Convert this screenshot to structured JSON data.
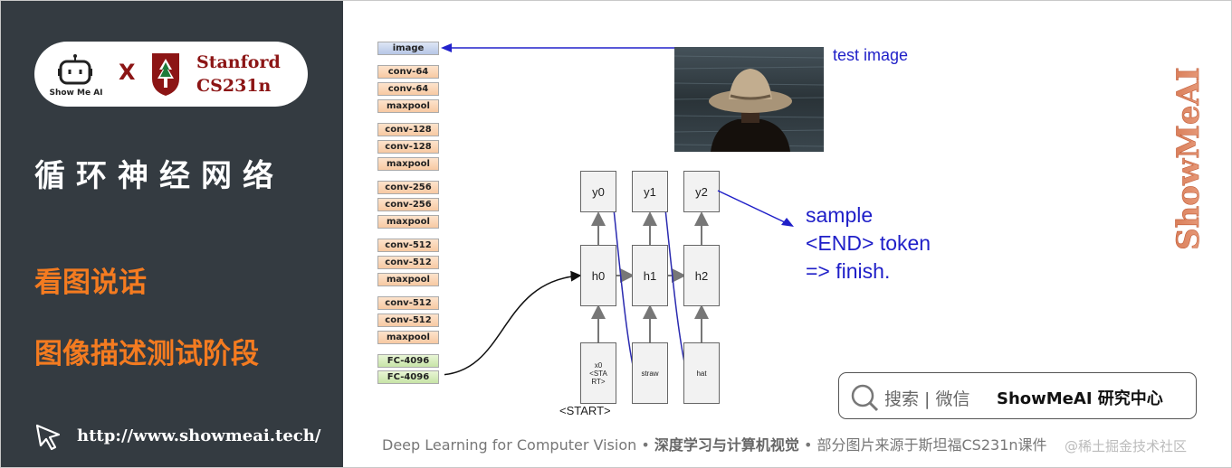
{
  "brand": {
    "robot_label": "Show Me AI",
    "x_mark": "X",
    "stanford_line1": "Stanford",
    "stanford_line2": "CS231n"
  },
  "left_panel": {
    "title": "循环神经网络",
    "subtitle1": "看图说话",
    "subtitle2": "图像描述测试阶段",
    "url": "http://www.showmeai.tech/"
  },
  "cnn_layers": [
    {
      "label": "image",
      "kind": "blue"
    },
    {
      "label": "conv-64",
      "kind": "conv"
    },
    {
      "label": "conv-64",
      "kind": "conv"
    },
    {
      "label": "maxpool",
      "kind": "conv"
    },
    {
      "label": "conv-128",
      "kind": "conv"
    },
    {
      "label": "conv-128",
      "kind": "conv"
    },
    {
      "label": "maxpool",
      "kind": "conv"
    },
    {
      "label": "conv-256",
      "kind": "conv"
    },
    {
      "label": "conv-256",
      "kind": "conv"
    },
    {
      "label": "maxpool",
      "kind": "conv"
    },
    {
      "label": "conv-512",
      "kind": "conv"
    },
    {
      "label": "conv-512",
      "kind": "conv"
    },
    {
      "label": "maxpool",
      "kind": "conv"
    },
    {
      "label": "conv-512",
      "kind": "conv"
    },
    {
      "label": "conv-512",
      "kind": "conv"
    },
    {
      "label": "maxpool",
      "kind": "conv"
    },
    {
      "label": "FC-4096",
      "kind": "green"
    },
    {
      "label": "FC-4096",
      "kind": "green"
    }
  ],
  "test_image_label": "test image",
  "rnn": {
    "outputs": [
      "y0",
      "y1",
      "y2"
    ],
    "hidden": [
      "h0",
      "h1",
      "h2"
    ],
    "inputs": [
      "x0\n<STA\nRT>",
      "straw",
      "hat"
    ],
    "start_label": "<START>"
  },
  "annotation": {
    "line1": "sample",
    "line2": "<END> token",
    "line3": "=> finish."
  },
  "watermark": "ShowMeAI",
  "search": {
    "text": "搜索 | 微信",
    "brand": "ShowMeAI 研究中心"
  },
  "footer": {
    "part1": "Deep Learning for Computer Vision",
    "sep": " • ",
    "part2": "深度学习与计算机视觉",
    "part3": "部分图片来源于斯坦福CS231n课件",
    "corner": "@稀土掘金技术社区"
  },
  "colors": {
    "panel_bg": "#343b41",
    "accent_orange": "#f47b20",
    "stanford_red": "#8c1515",
    "annotation_blue": "#1f1fc8"
  }
}
